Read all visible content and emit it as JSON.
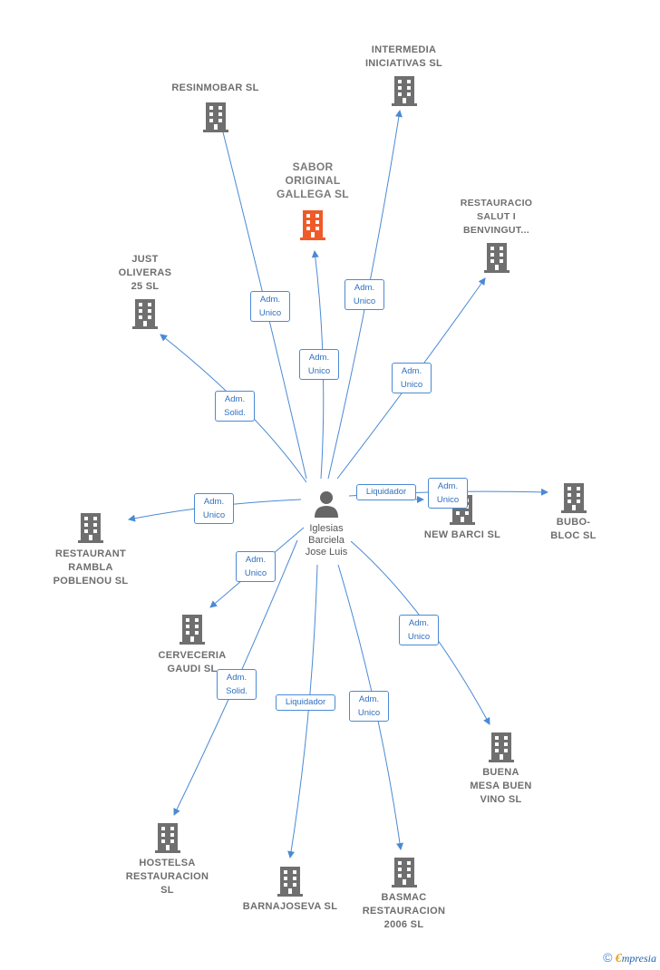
{
  "person": {
    "name": "Iglesias\nBarciela\nJose Luis"
  },
  "companies": [
    {
      "id": "sabor",
      "name": "SABOR\nORIGINAL\nGALLEGA  SL",
      "highlight": true
    },
    {
      "id": "resinmobar",
      "name": "RESINMOBAR SL"
    },
    {
      "id": "intermedia",
      "name": "INTERMEDIA\nINICIATIVAS  SL"
    },
    {
      "id": "restauracio",
      "name": "RESTAURACIO\nSALUT I\nBENVINGUT..."
    },
    {
      "id": "just",
      "name": "JUST\nOLIVERAS\n25  SL"
    },
    {
      "id": "newbarci",
      "name": "NEW BARCI  SL"
    },
    {
      "id": "bubo",
      "name": "BUBO-\nBLOC  SL"
    },
    {
      "id": "rambla",
      "name": "RESTAURANT\nRAMBLA\nPOBLENOU  SL"
    },
    {
      "id": "gaudi",
      "name": "CERVECERIA\nGAUDI  SL"
    },
    {
      "id": "buena",
      "name": "BUENA\nMESA BUEN\nVINO SL"
    },
    {
      "id": "hostelsa",
      "name": "HOSTELSA\nRESTAURACION\nSL"
    },
    {
      "id": "barnajoseva",
      "name": "BARNAJOSEVA SL"
    },
    {
      "id": "basmac",
      "name": "BASMAC\nRESTAURACION\n2006 SL"
    }
  ],
  "relations": [
    {
      "to": "resinmobar",
      "role": "Adm.\nUnico"
    },
    {
      "to": "sabor",
      "role": "Adm.\nUnico"
    },
    {
      "to": "intermedia",
      "role": "Adm.\nUnico"
    },
    {
      "to": "restauracio",
      "role": "Adm.\nUnico"
    },
    {
      "to": "just",
      "role": "Adm.\nSolid."
    },
    {
      "to": "newbarci",
      "role": "Liquidador"
    },
    {
      "to": "bubo",
      "role": "Adm.\nUnico"
    },
    {
      "to": "rambla",
      "role": "Adm.\nUnico"
    },
    {
      "to": "gaudi",
      "role": "Adm.\nUnico"
    },
    {
      "to": "buena",
      "role": "Adm.\nUnico"
    },
    {
      "to": "hostelsa",
      "role": "Adm.\nSolid."
    },
    {
      "to": "barnajoseva",
      "role": "Liquidador"
    },
    {
      "to": "basmac",
      "role": "Adm.\nUnico"
    }
  ],
  "colors": {
    "edge": "#4a8ad4",
    "building": "#6f6f6f",
    "highlight": "#f05a28",
    "person": "#666666"
  },
  "icons": {
    "company": "building-icon",
    "person": "person-icon"
  },
  "footer": {
    "copyright": "©",
    "brand_e": "€",
    "brand_rest": "mpresia"
  }
}
